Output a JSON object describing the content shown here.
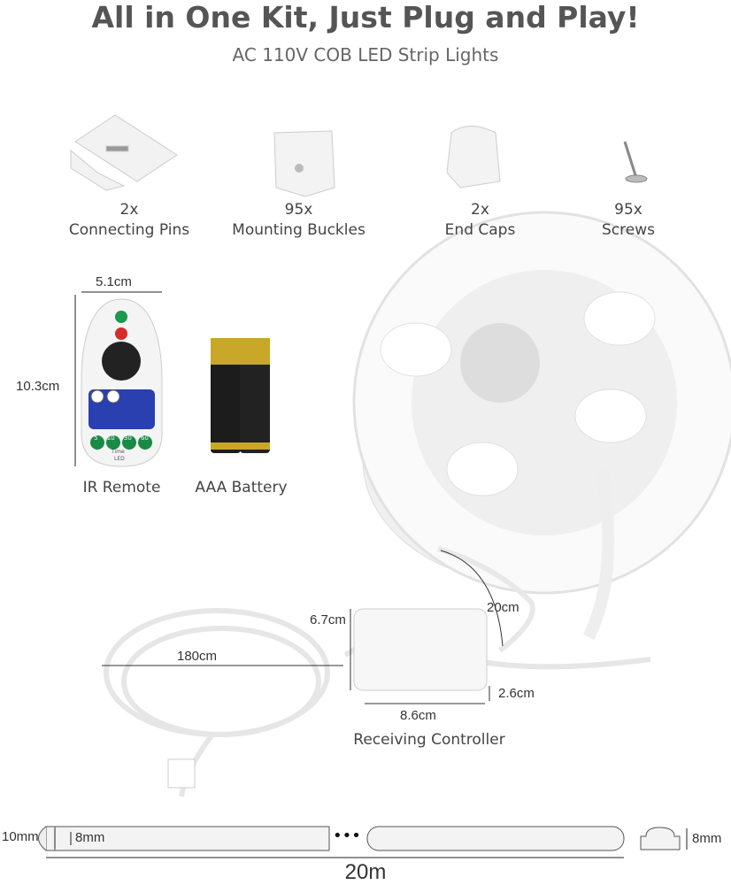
{
  "header": {
    "title": "All in One Kit, Just Plug and Play!",
    "subtitle": "AC 110V COB LED Strip Lights"
  },
  "accessories": [
    {
      "qty": "2x",
      "name": "Connecting Pins"
    },
    {
      "qty": "95x",
      "name": "Mounting Buckles"
    },
    {
      "qty": "2x",
      "name": "End Caps"
    },
    {
      "qty": "95x",
      "name": "Screws"
    }
  ],
  "remote": {
    "label": "IR Remote",
    "width": "5.1cm",
    "height": "10.3cm",
    "button_labels": [
      "5",
      "10",
      "30",
      "60"
    ],
    "time_label": "Time",
    "led_label": "LED"
  },
  "battery": {
    "label": "AAA Battery"
  },
  "controller": {
    "label": "Receiving Controller",
    "width": "8.6cm",
    "height": "6.7cm",
    "depth": "2.6cm",
    "lead_length": "20cm",
    "cord_length": "180cm"
  },
  "strip": {
    "outer_height": "10mm",
    "inner_height": "8mm",
    "profile_height": "8mm",
    "length": "20m",
    "ellipsis": "•••"
  }
}
